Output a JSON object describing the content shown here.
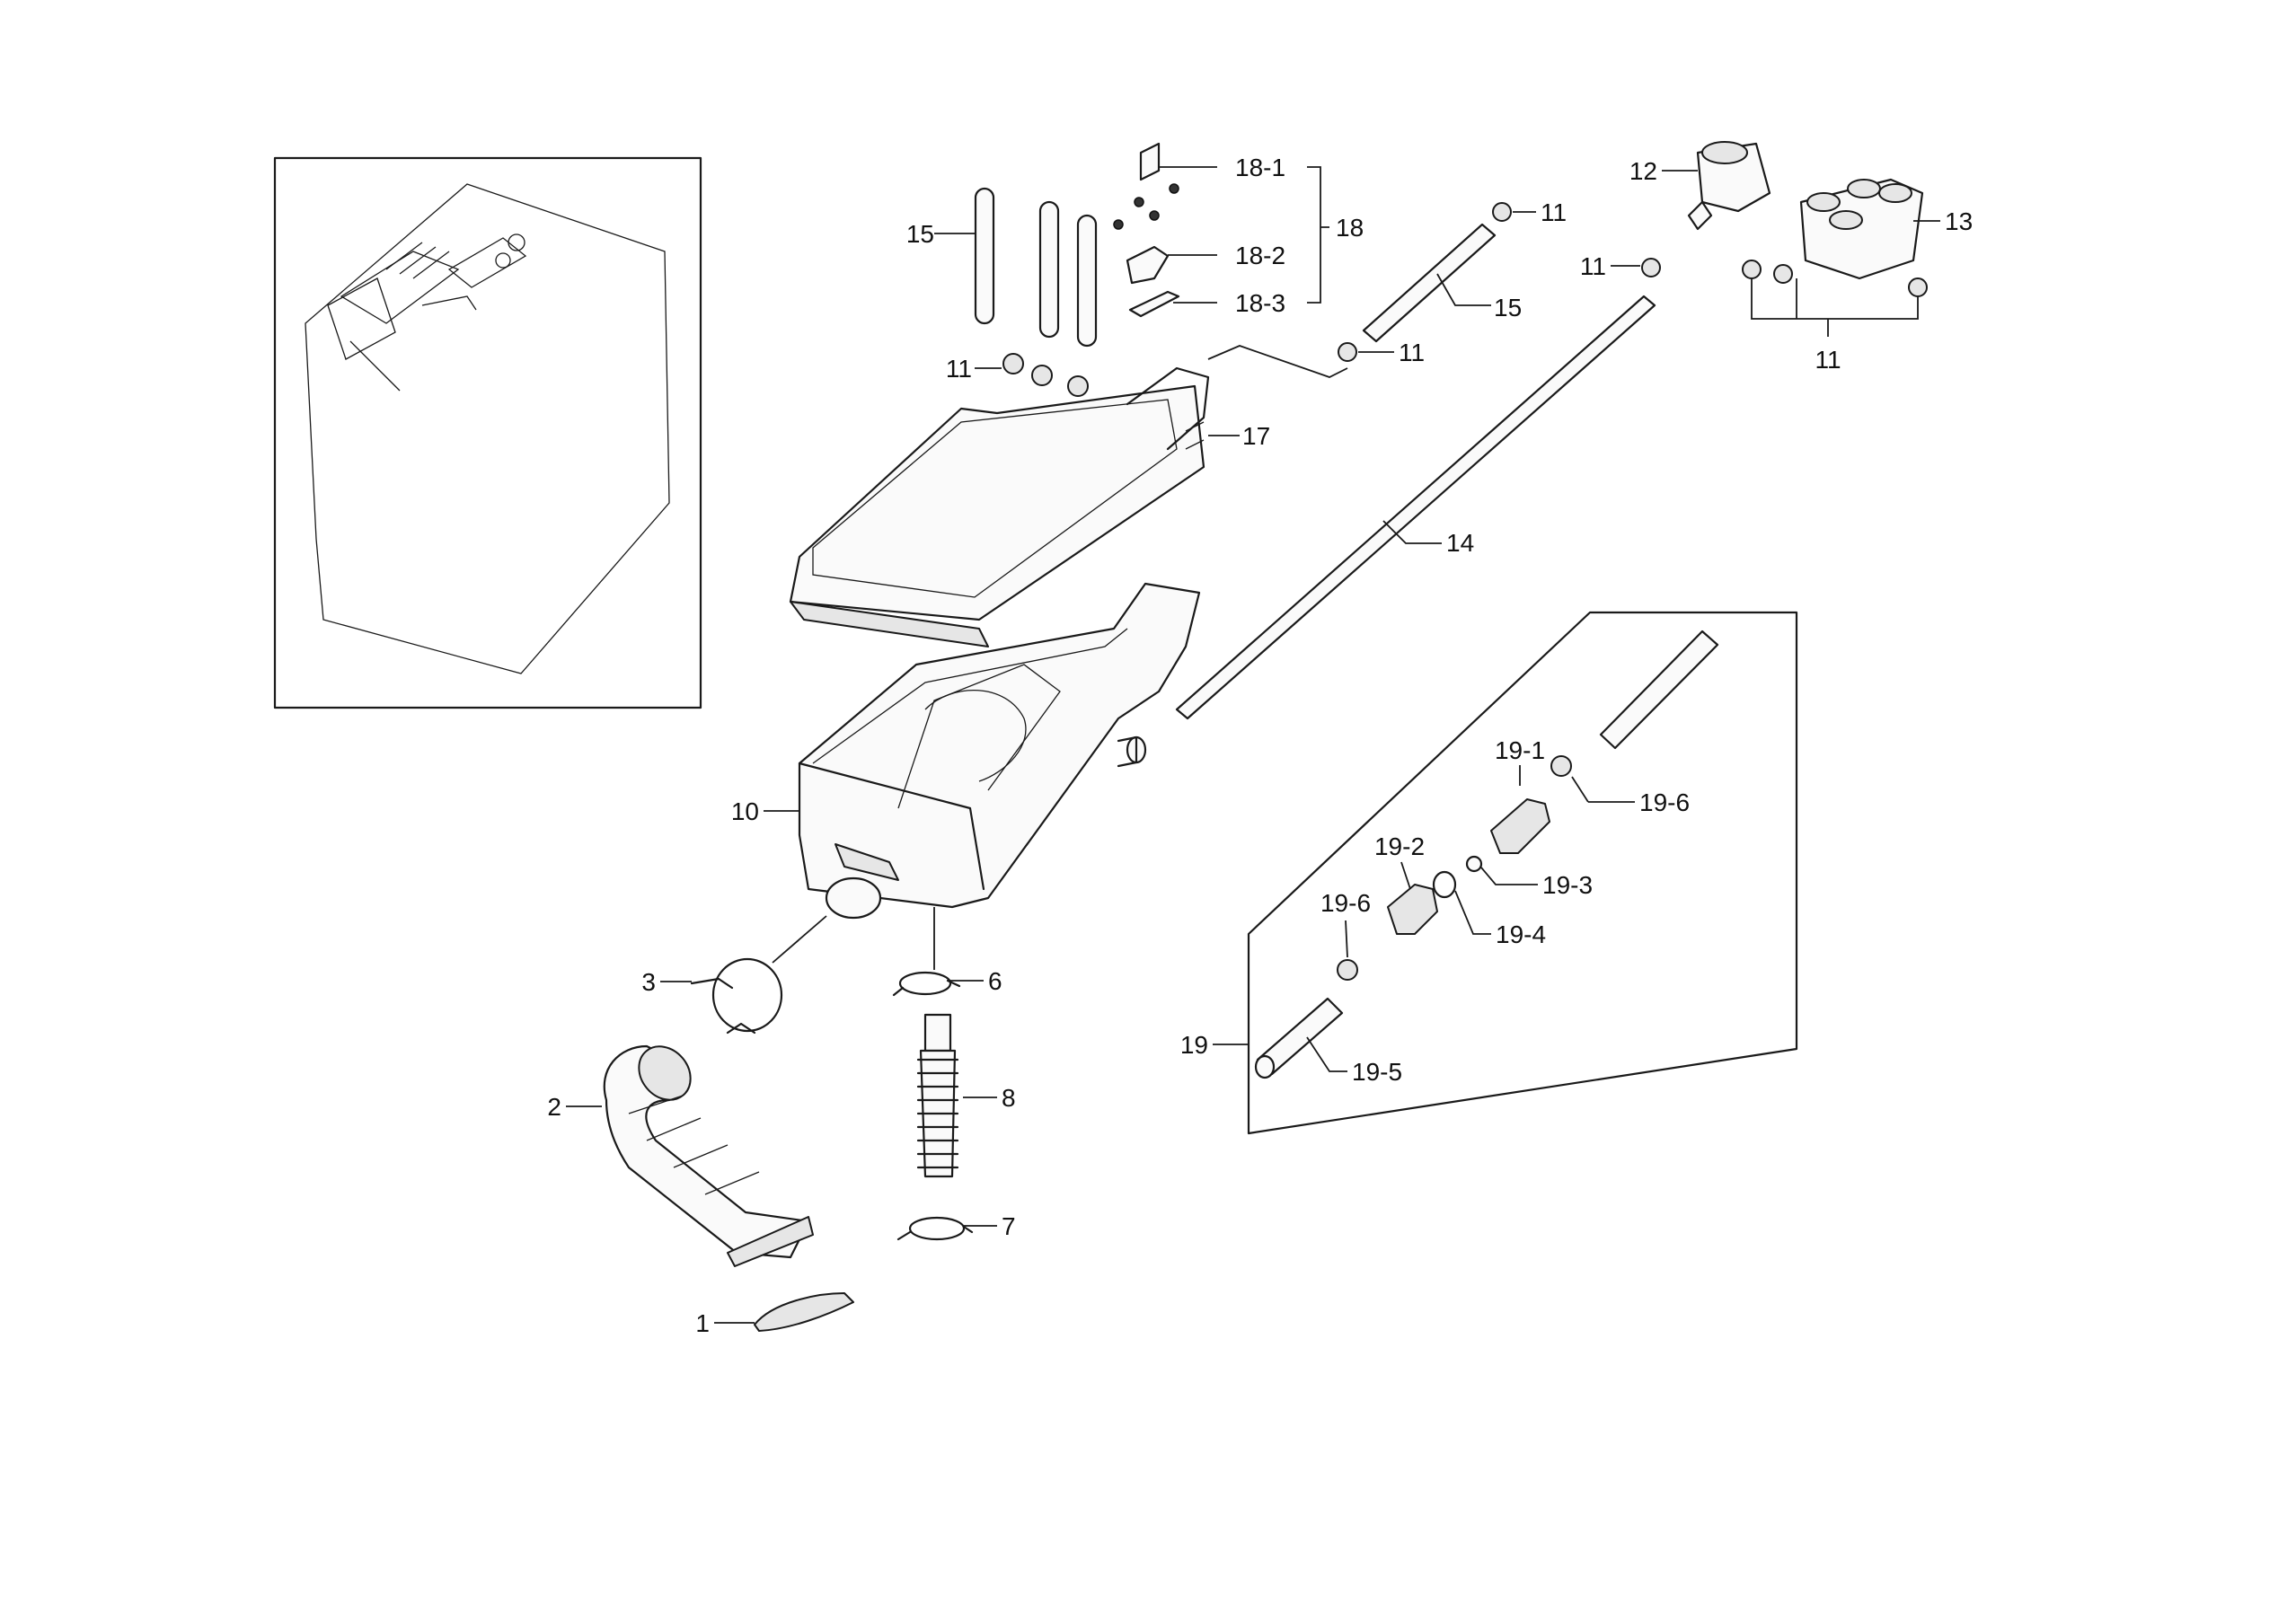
{
  "labels": {
    "p1": "1",
    "p2": "2",
    "p3": "3",
    "p6": "6",
    "p7": "7",
    "p8": "8",
    "p10": "10",
    "p11a": "11",
    "p11b": "11",
    "p11c": "11",
    "p11d": "11",
    "p11e": "11",
    "p12": "12",
    "p13": "13",
    "p14": "14",
    "p15a": "15",
    "p15b": "15",
    "p17": "17",
    "p18": "18",
    "p18_1": "18-1",
    "p18_2": "18-2",
    "p18_3": "18-3",
    "p19": "19",
    "p19_1": "19-1",
    "p19_2": "19-2",
    "p19_3": "19-3",
    "p19_4": "19-4",
    "p19_5": "19-5",
    "p19_6a": "19-6",
    "p19_6b": "19-6"
  }
}
